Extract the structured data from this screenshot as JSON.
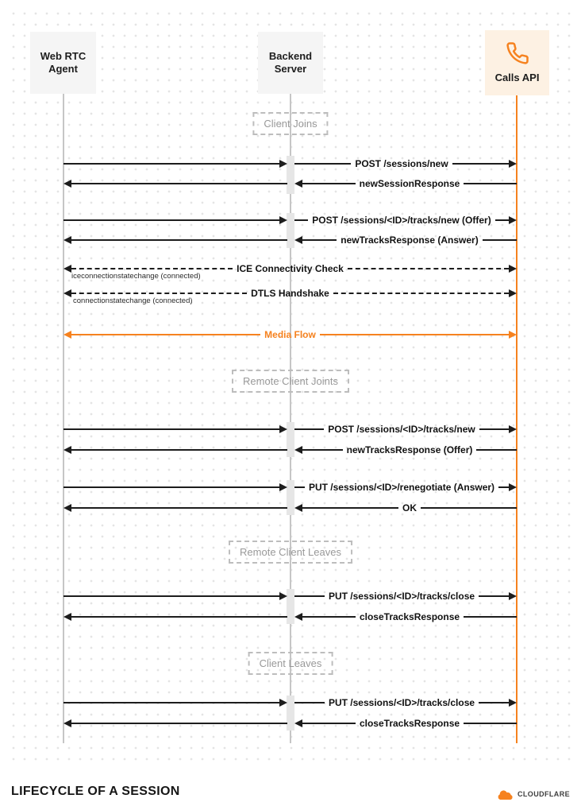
{
  "actors": {
    "agent": {
      "label": "Web RTC Agent"
    },
    "backend": {
      "label": "Backend Server"
    },
    "api": {
      "label": "Calls API",
      "icon": "phone-icon"
    }
  },
  "sections": {
    "client_joins": "Client Joins",
    "remote_client_joins": "Remote Client Joints",
    "remote_client_leaves": "Remote Client Leaves",
    "client_leaves": "Client Leaves"
  },
  "messages": {
    "post_sessions_new": "POST /sessions/new",
    "new_session_response": "newSessionResponse",
    "post_tracks_new_offer": "POST /sessions/<ID>/tracks/new (Offer)",
    "new_tracks_response_answer": "newTracksResponse (Answer)",
    "ice_check": "ICE Connectivity Check",
    "ice_note": "iceconnectionstatechange (connected)",
    "dtls_handshake": "DTLS Handshake",
    "dtls_note": "connectionstatechange (connected)",
    "media_flow": "Media Flow",
    "post_tracks_new": "POST /sessions/<ID>/tracks/new",
    "new_tracks_response_offer": "newTracksResponse (Offer)",
    "put_renegotiate": "PUT /sessions/<ID>/renegotiate (Answer)",
    "ok": "OK",
    "put_tracks_close": "PUT /sessions/<ID>/tracks/close",
    "close_tracks_response": "closeTracksResponse"
  },
  "footer": {
    "title": "LIFECYCLE OF A SESSION",
    "brand": "CLOUDFLARE"
  },
  "colors": {
    "accent": "#f6821f",
    "line": "#1d1d1d"
  }
}
